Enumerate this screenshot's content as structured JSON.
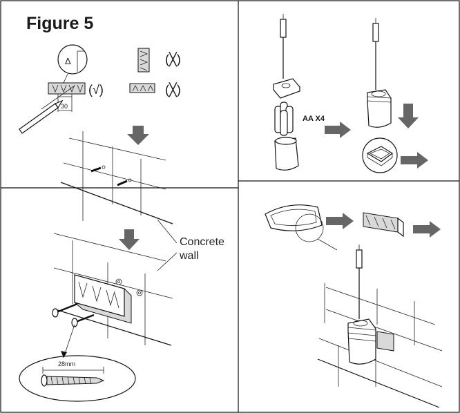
{
  "figure": {
    "title": "Figure 5",
    "labels": {
      "concrete_wall_line1": "Concrete",
      "concrete_wall_line2": "wall",
      "batteries": "AA X4",
      "screw_length": "28mm",
      "dimension": "30",
      "triangle_mark": "Δ",
      "check_mark": "(√)",
      "cross_mark_top": "(╳)",
      "cross_mark_bottom": "(╳)"
    }
  }
}
